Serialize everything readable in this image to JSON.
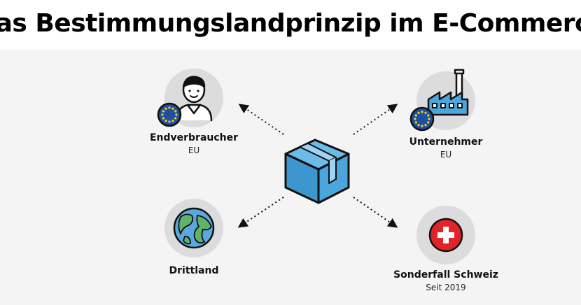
{
  "title": "Das Bestimmungslandprinzip im E-Commerce",
  "colors": {
    "panel_background": "#f4f4f4",
    "circle_gray": "#dcdcdc",
    "box_blue": "#4aa6dd",
    "eu_blue": "#1f4fa0",
    "eu_star": "#f5d21a",
    "globe_ocean": "#5ba8de",
    "globe_land": "#5fb36a",
    "swiss_red": "#e2232a",
    "outline": "#111111"
  },
  "nodes": {
    "consumer": {
      "name": "Endverbraucher",
      "sub": "EU",
      "icon": "person-icon",
      "badge": "eu-flag-icon"
    },
    "business": {
      "name": "Unternehmer",
      "sub": "EU",
      "icon": "factory-icon",
      "badge": "eu-flag-icon"
    },
    "third_country": {
      "name": "Drittland",
      "icon": "globe-icon"
    },
    "switzerland": {
      "name": "Sonderfall Schweiz",
      "sub": "Seit 2019",
      "icon": "swiss-flag-icon"
    }
  },
  "center": {
    "icon": "package-box-icon"
  }
}
